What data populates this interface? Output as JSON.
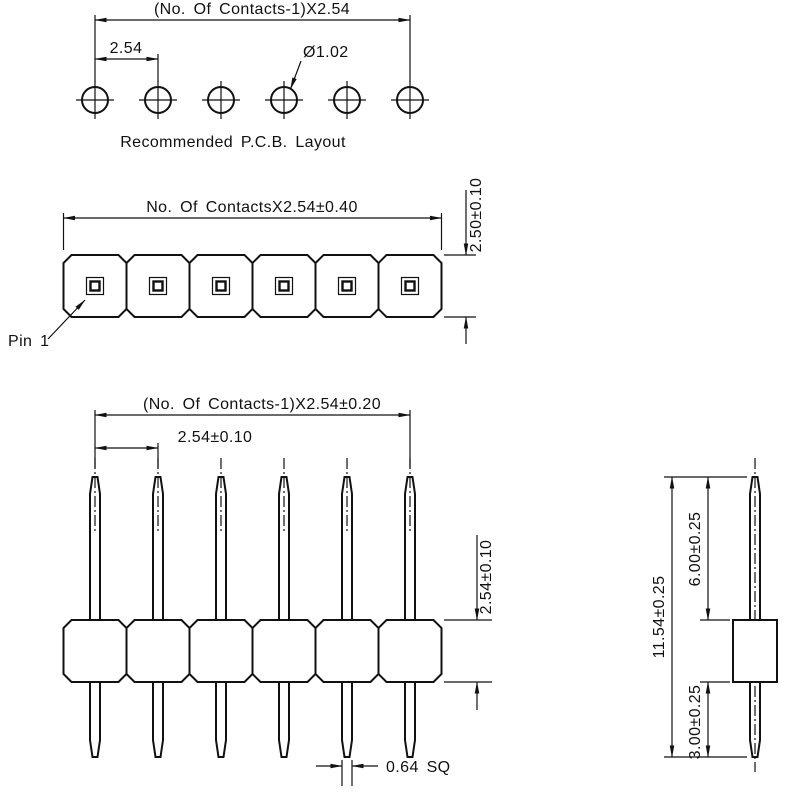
{
  "meta": {
    "contacts_shown": 6
  },
  "colors": {
    "line": "#111111",
    "background": "#ffffff"
  },
  "pcb_layout": {
    "dim_span": "(No. Of Contacts-1)X2.54",
    "dim_pitch": "2.54",
    "dim_hole_dia": "Ø1.02",
    "caption": "Recommended P.C.B. Layout"
  },
  "top_view": {
    "dim_width": "No. Of ContactsX2.54±0.40",
    "dim_depth": "2.50±0.10",
    "pin1_label": "Pin 1"
  },
  "front_view": {
    "dim_span": "(No. Of Contacts-1)X2.54±0.20",
    "dim_pitch": "2.54±0.10",
    "dim_housing_height": "2.54±0.10",
    "dim_pin_square": "0.64 SQ"
  },
  "side_view": {
    "dim_overall": "11.54±0.25",
    "dim_upper_pin": "6.00±0.25",
    "dim_lower_pin": "3.00±0.25"
  }
}
